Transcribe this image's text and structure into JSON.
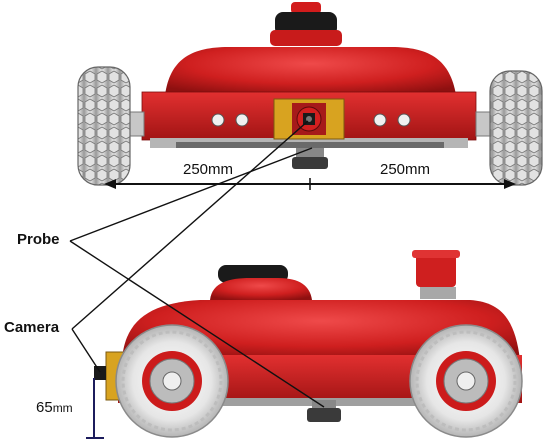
{
  "labels": {
    "probe": "Probe",
    "camera": "Camera",
    "width_left": "250mm",
    "width_right": "250mm",
    "height_value": "65",
    "height_unit": "mm"
  },
  "colors": {
    "body_red": "#cf1f1f",
    "dark_red": "#9c1212",
    "wheel_grey": "#d9d9d9",
    "plate_yellow": "#d8a320",
    "line_black": "#111111",
    "dim_blue": "#1c1c5c"
  },
  "icons": {
    "camera_module": "camera-module-icon",
    "probe_sensor": "probe-sensor-icon",
    "emergency_button": "emergency-stop-button-icon"
  }
}
